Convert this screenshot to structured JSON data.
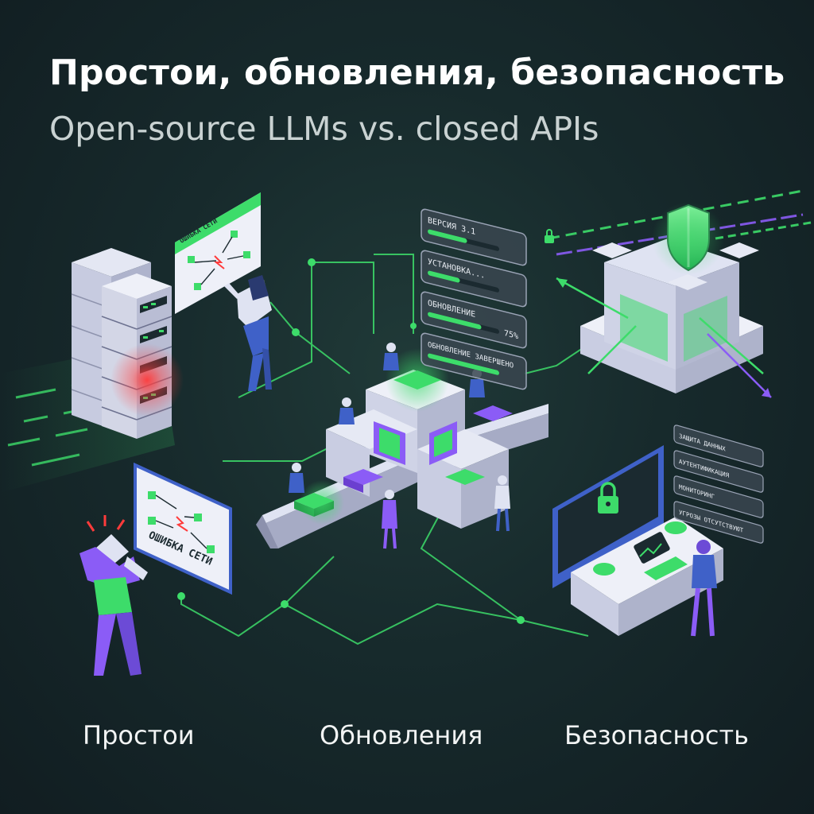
{
  "header": {
    "title": "Простои, обновления, безопасность",
    "subtitle": "Open-source LLMs vs. closed APIs"
  },
  "downtime": {
    "error_window_header": "ОШИБКА СЕТИ",
    "error_window_label": "ОШИБКА СЕТИ"
  },
  "updates": {
    "panels": [
      {
        "label": "ВЕРСИЯ 3.1",
        "progress": 0.55
      },
      {
        "label": "УСТАНОВКА...",
        "progress": 0.45
      },
      {
        "label": "ОБНОВЛЕНИЕ",
        "value": "75%",
        "progress": 0.75
      },
      {
        "label": "ОБНОВЛЕНИЕ ЗАВЕРШЕНО",
        "progress": 1.0
      }
    ]
  },
  "security": {
    "tags": [
      "ЗАЩИТА ДАННЫХ",
      "АУТЕНТИФИКАЦИЯ",
      "МОНИТОРИНГ",
      "УГРОЗЫ ОТСУТСТВУЮТ"
    ]
  },
  "captions": [
    "Простои",
    "Обновления",
    "Безопасность"
  ],
  "colors": {
    "accent_green": "#3ddc6a",
    "accent_purple": "#8b5cf6",
    "alert_red": "#ff3b3b",
    "block_light": "#dfe3f2"
  }
}
